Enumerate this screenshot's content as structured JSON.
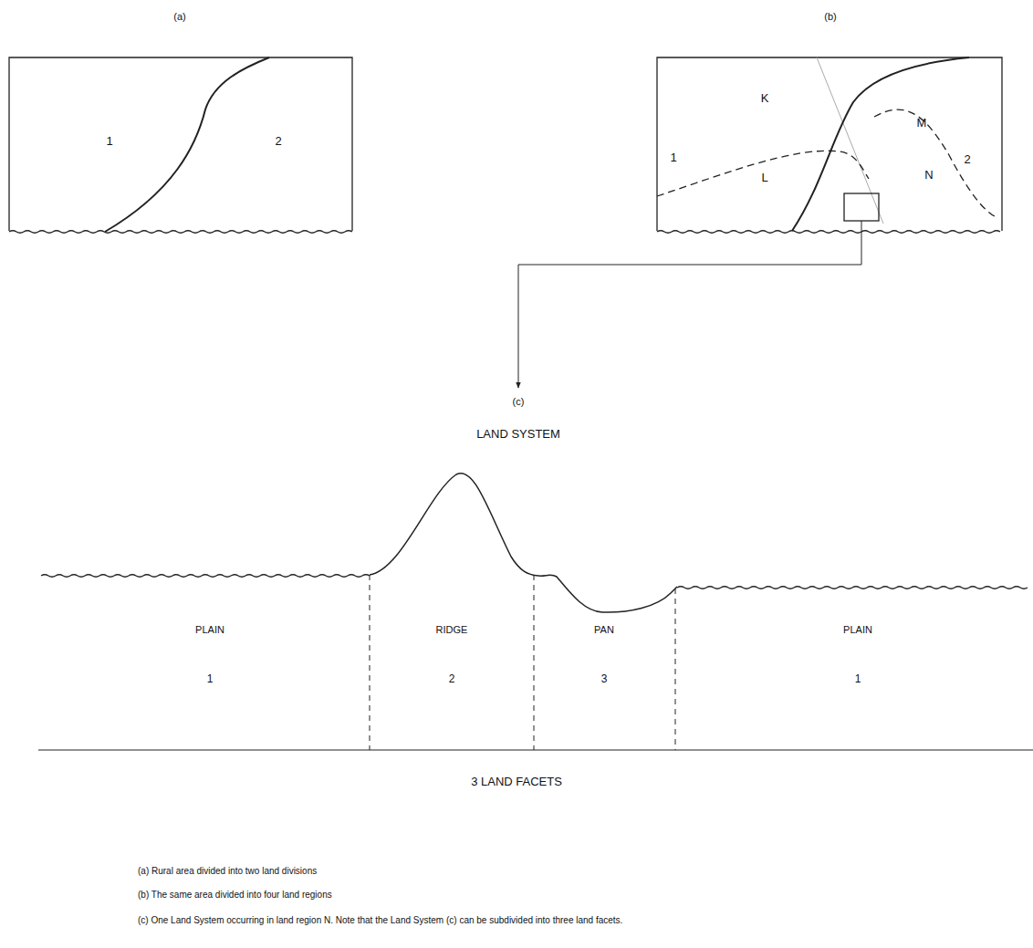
{
  "diagram": {
    "nodes": [
      {
        "text": [
          "(a)",
          "1",
          "2"
        ]
      },
      {
        "text": [
          "(b)",
          "K",
          "1",
          "L",
          "M",
          "2",
          "N"
        ]
      }
    ],
    "labels": [
      "(c)",
      "LAND SYSTEM",
      "PLAIN",
      "1",
      "RIDGE",
      "2",
      "PAN",
      "3",
      "PLAIN",
      "1",
      "3 LAND FACETS",
      "(a) Rural area divided into two land divisions",
      "(b) The same area divided into four land regions",
      "(c) One Land System occurring in land region N. Note that the Land System (c) can be subdivided into three land facets."
    ]
  }
}
